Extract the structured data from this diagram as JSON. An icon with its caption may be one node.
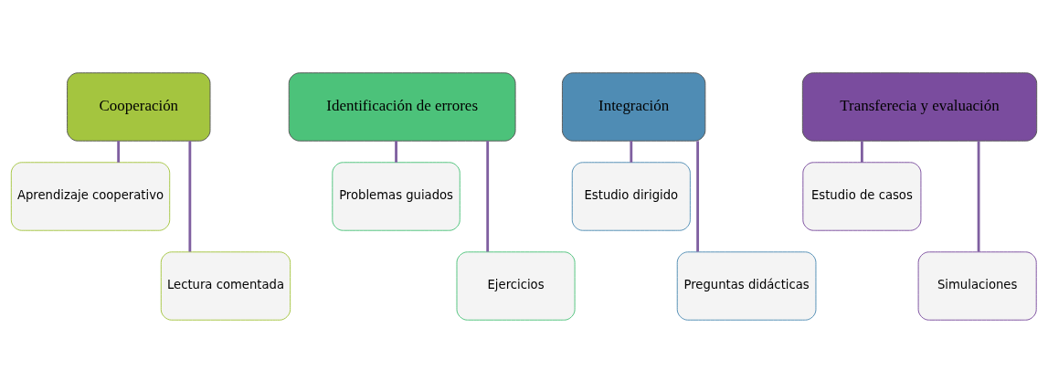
{
  "diagram": {
    "nodes": [
      {
        "text": [
          "Cooperación"
        ]
      },
      {
        "text": [
          "Aprendizaje cooperativo"
        ]
      },
      {
        "text": [
          "Lectura comentada"
        ]
      },
      {
        "text": [
          "Identificación de errores"
        ]
      },
      {
        "text": [
          "Problemas guiados"
        ]
      },
      {
        "text": [
          "Ejercicios"
        ]
      },
      {
        "text": [
          "Integración"
        ]
      },
      {
        "text": [
          "Estudio dirigido"
        ]
      },
      {
        "text": [
          "Preguntas didácticas"
        ]
      },
      {
        "text": [
          "Transferecia y evaluación"
        ]
      },
      {
        "text": [
          "Estudio de casos"
        ]
      },
      {
        "text": [
          "Simulaciones"
        ]
      }
    ],
    "edges": [
      {
        "from": 0,
        "to": 1,
        "arrow": "none"
      },
      {
        "from": 0,
        "to": 2,
        "arrow": "none"
      },
      {
        "from": 3,
        "to": 4,
        "arrow": "none"
      },
      {
        "from": 3,
        "to": 5,
        "arrow": "none"
      },
      {
        "from": 6,
        "to": 7,
        "arrow": "none"
      },
      {
        "from": 6,
        "to": 8,
        "arrow": "none"
      },
      {
        "from": 9,
        "to": 10,
        "arrow": "none"
      },
      {
        "from": 9,
        "to": 11,
        "arrow": "none"
      }
    ]
  }
}
